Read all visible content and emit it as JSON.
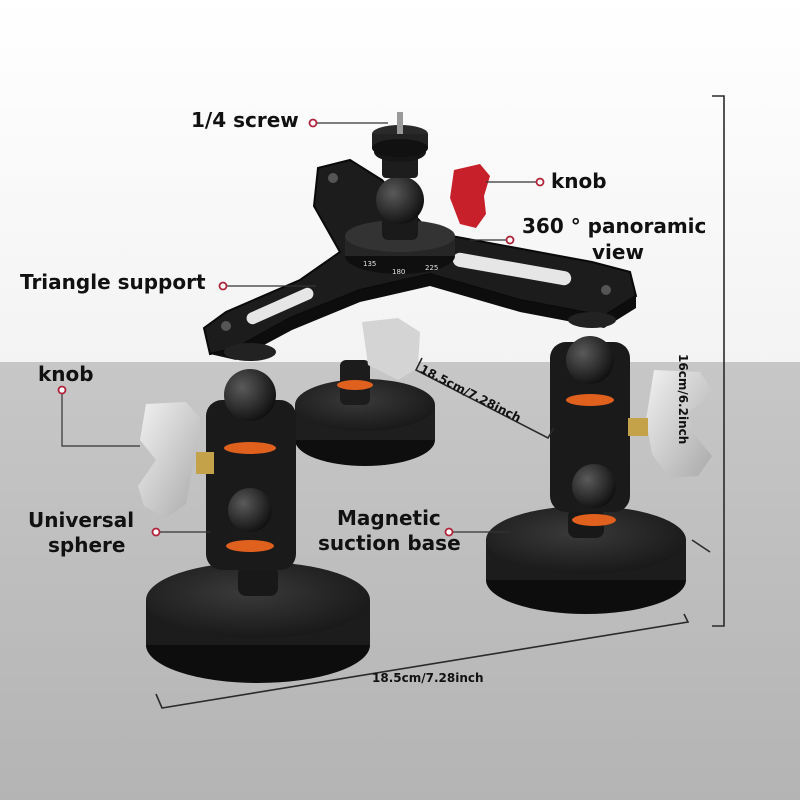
{
  "labels": {
    "screw": "1/4 screw",
    "knob_top": "knob",
    "panoramic_line1": "360 ° panoramic",
    "panoramic_line2": "view",
    "triangle": "Triangle support",
    "knob_left": "knob",
    "universal_line1": "Universal",
    "universal_line2": "sphere",
    "magnetic_line1": "Magnetic",
    "magnetic_line2": "suction base"
  },
  "dimensions": {
    "height": "16cm/6.2inch",
    "arm": "18.5cm/7.28inch",
    "width": "18.5cm/7.28inch"
  },
  "dial_ticks": [
    "135",
    "180",
    "225"
  ],
  "colors": {
    "background_top": "#ffffff",
    "floor": "#bdbdbd",
    "metal": "#1b1b1b",
    "accent_red": "#c8202a",
    "knob_silver": "#d9d9d9",
    "ring_orange": "#e0601e",
    "callout_dot": "#b0243a"
  }
}
